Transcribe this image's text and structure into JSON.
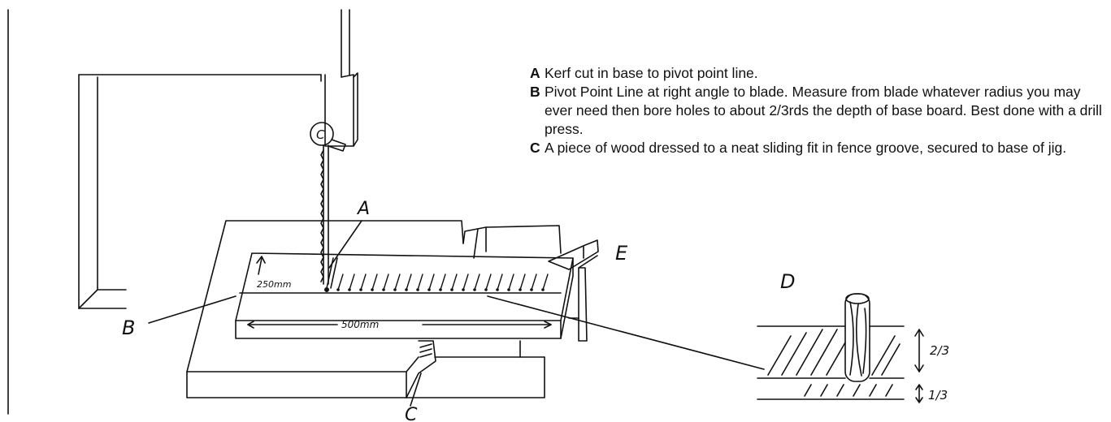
{
  "notes": [
    {
      "key": "A",
      "text": "Kerf cut in base to pivot point line."
    },
    {
      "key": "B",
      "text": "Pivot Point Line at right angle to blade.  Measure from blade whatever radius you may ever need then bore holes to about 2/3rds the depth of base board.  Best done with a drill press."
    },
    {
      "key": "C",
      "text": "A piece of wood dressed to a neat sliding fit in fence groove, secured to base of jig."
    }
  ],
  "labels": {
    "a": "A",
    "b": "B",
    "c_guide": "C",
    "c_groove": "C",
    "d": "D",
    "e": "E",
    "dim_250": "250mm",
    "dim_500": "500mm",
    "frac_top": "2/3",
    "frac_bottom": "1/3"
  }
}
